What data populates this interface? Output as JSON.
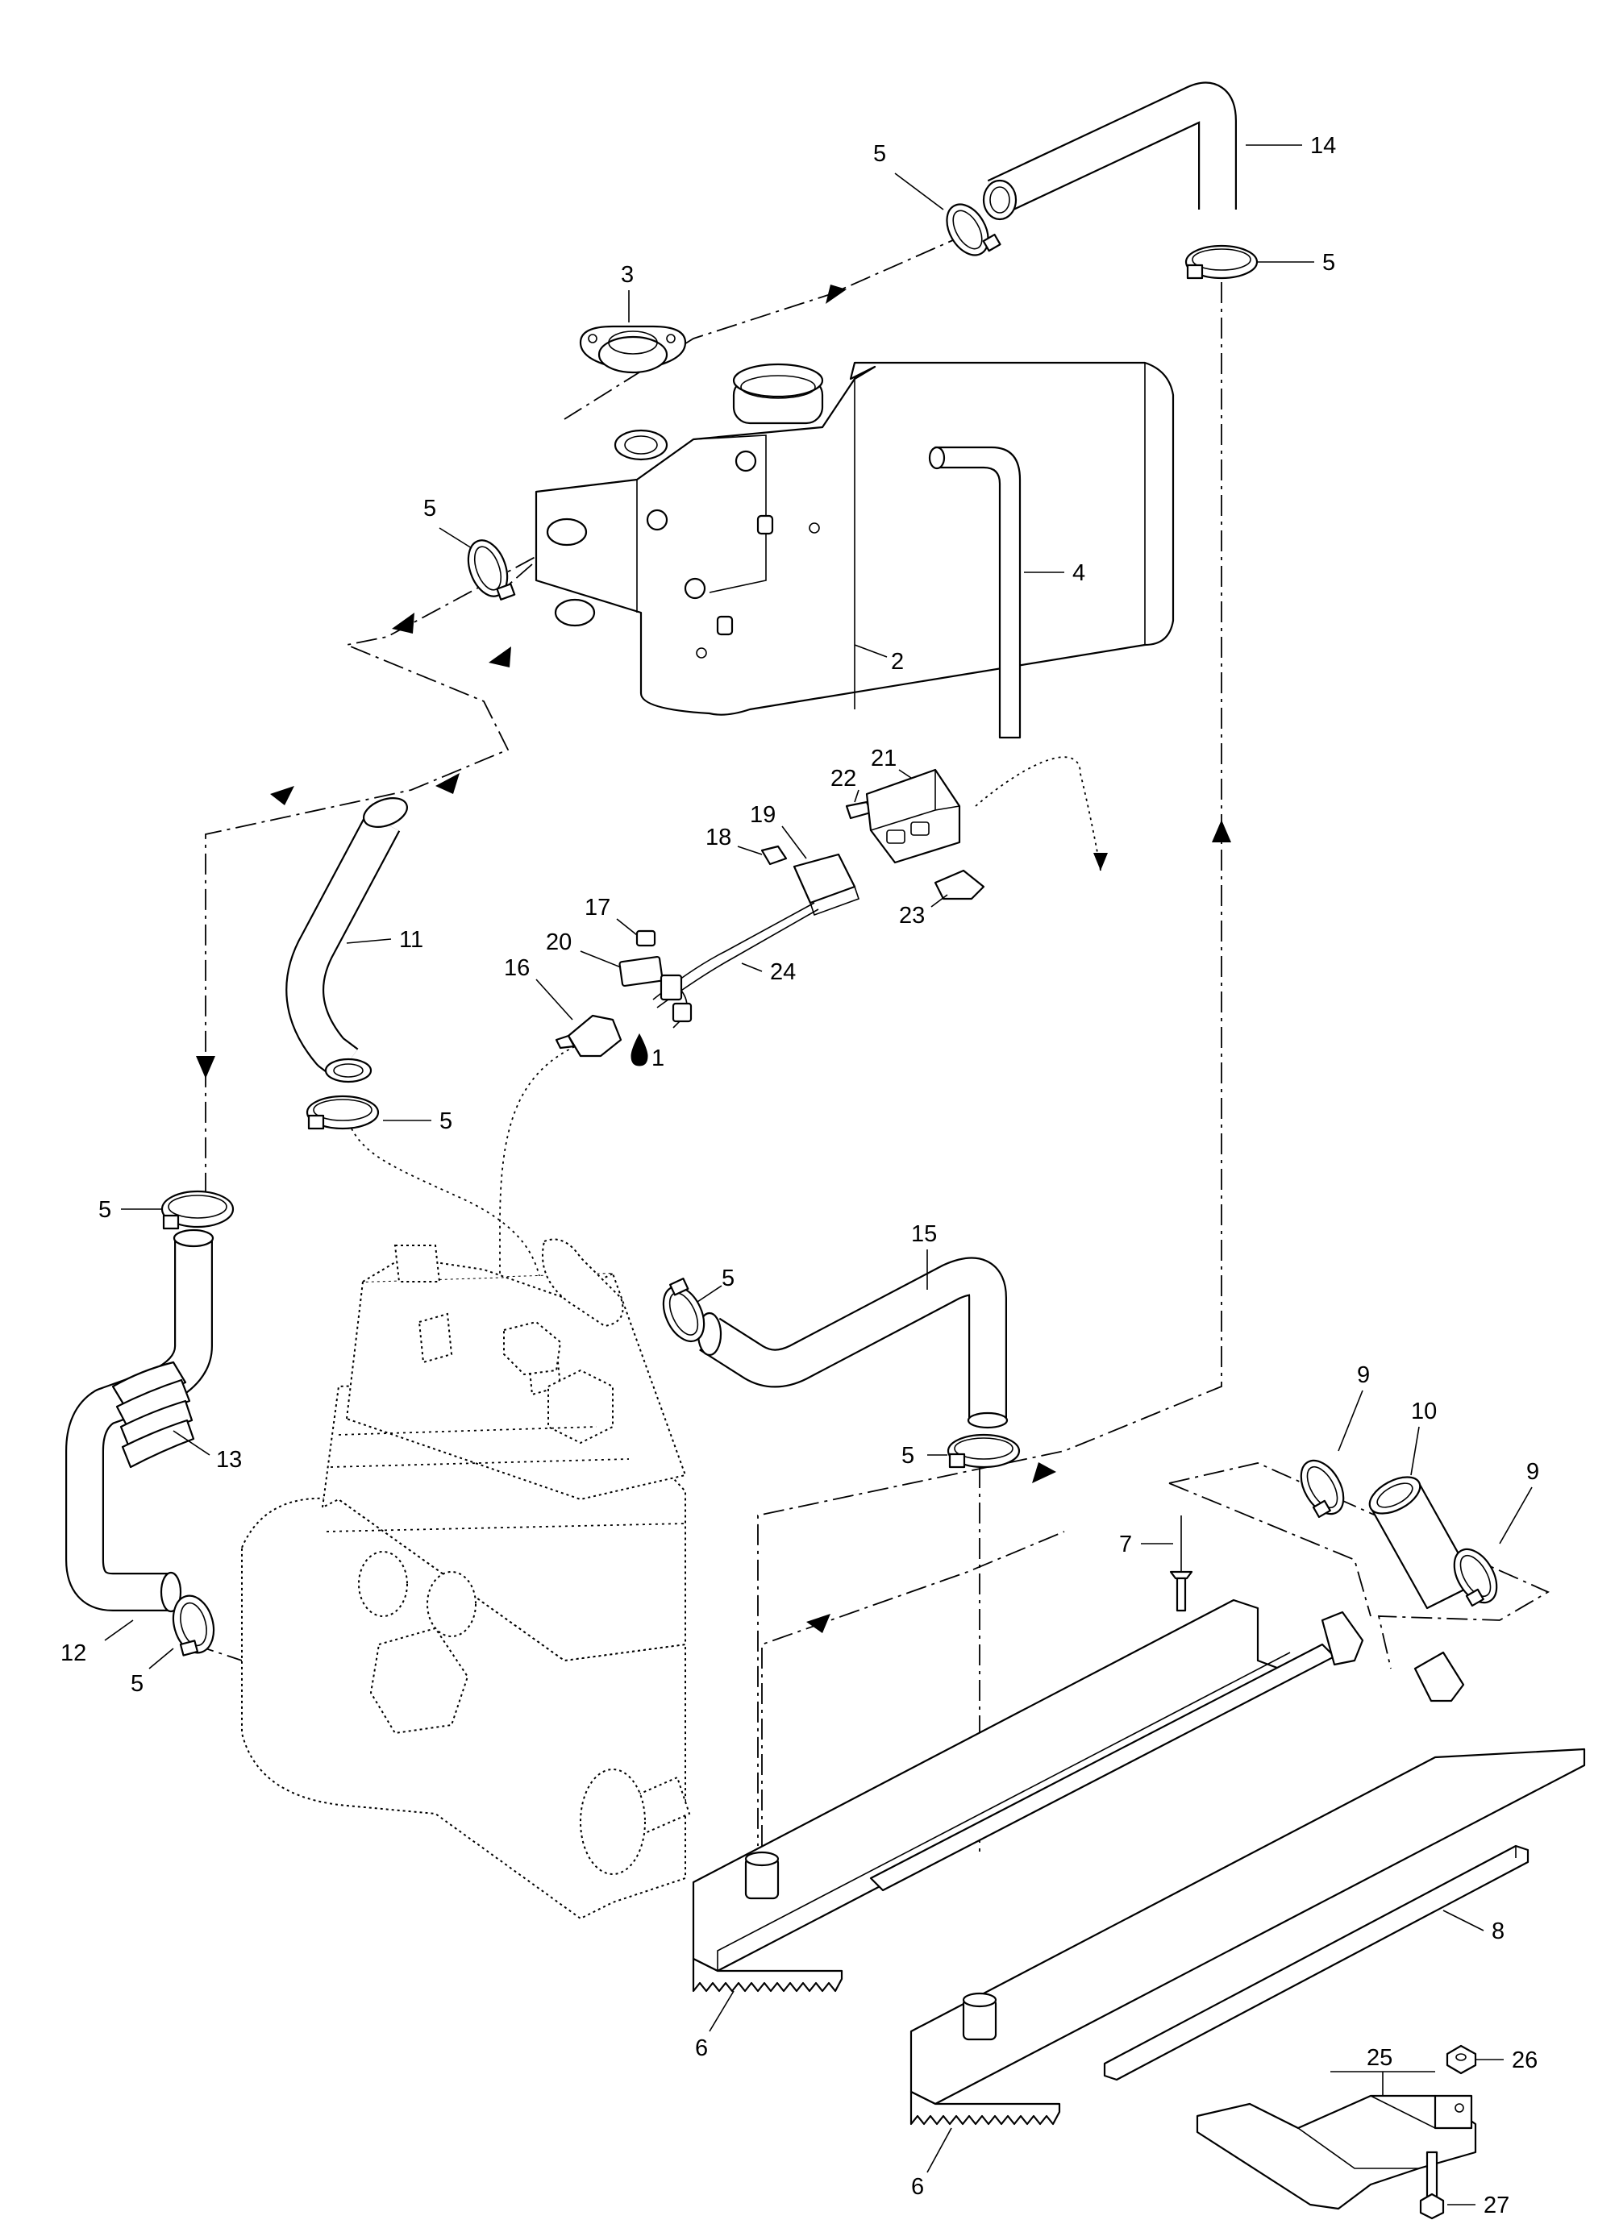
{
  "callouts": {
    "c1": "1",
    "c2": "2",
    "c3": "3",
    "c4": "4",
    "c5": "5",
    "c6": "6",
    "c7": "7",
    "c8": "8",
    "c9": "9",
    "c10": "10",
    "c11": "11",
    "c12": "12",
    "c13": "13",
    "c14": "14",
    "c15": "15",
    "c16": "16",
    "c17": "17",
    "c18": "18",
    "c19": "19",
    "c20": "20",
    "c21": "21",
    "c22": "22",
    "c23": "23",
    "c24": "24",
    "c25": "25",
    "c26": "26",
    "c27": "27"
  },
  "symbols": {
    "sealant": "drop-icon"
  }
}
